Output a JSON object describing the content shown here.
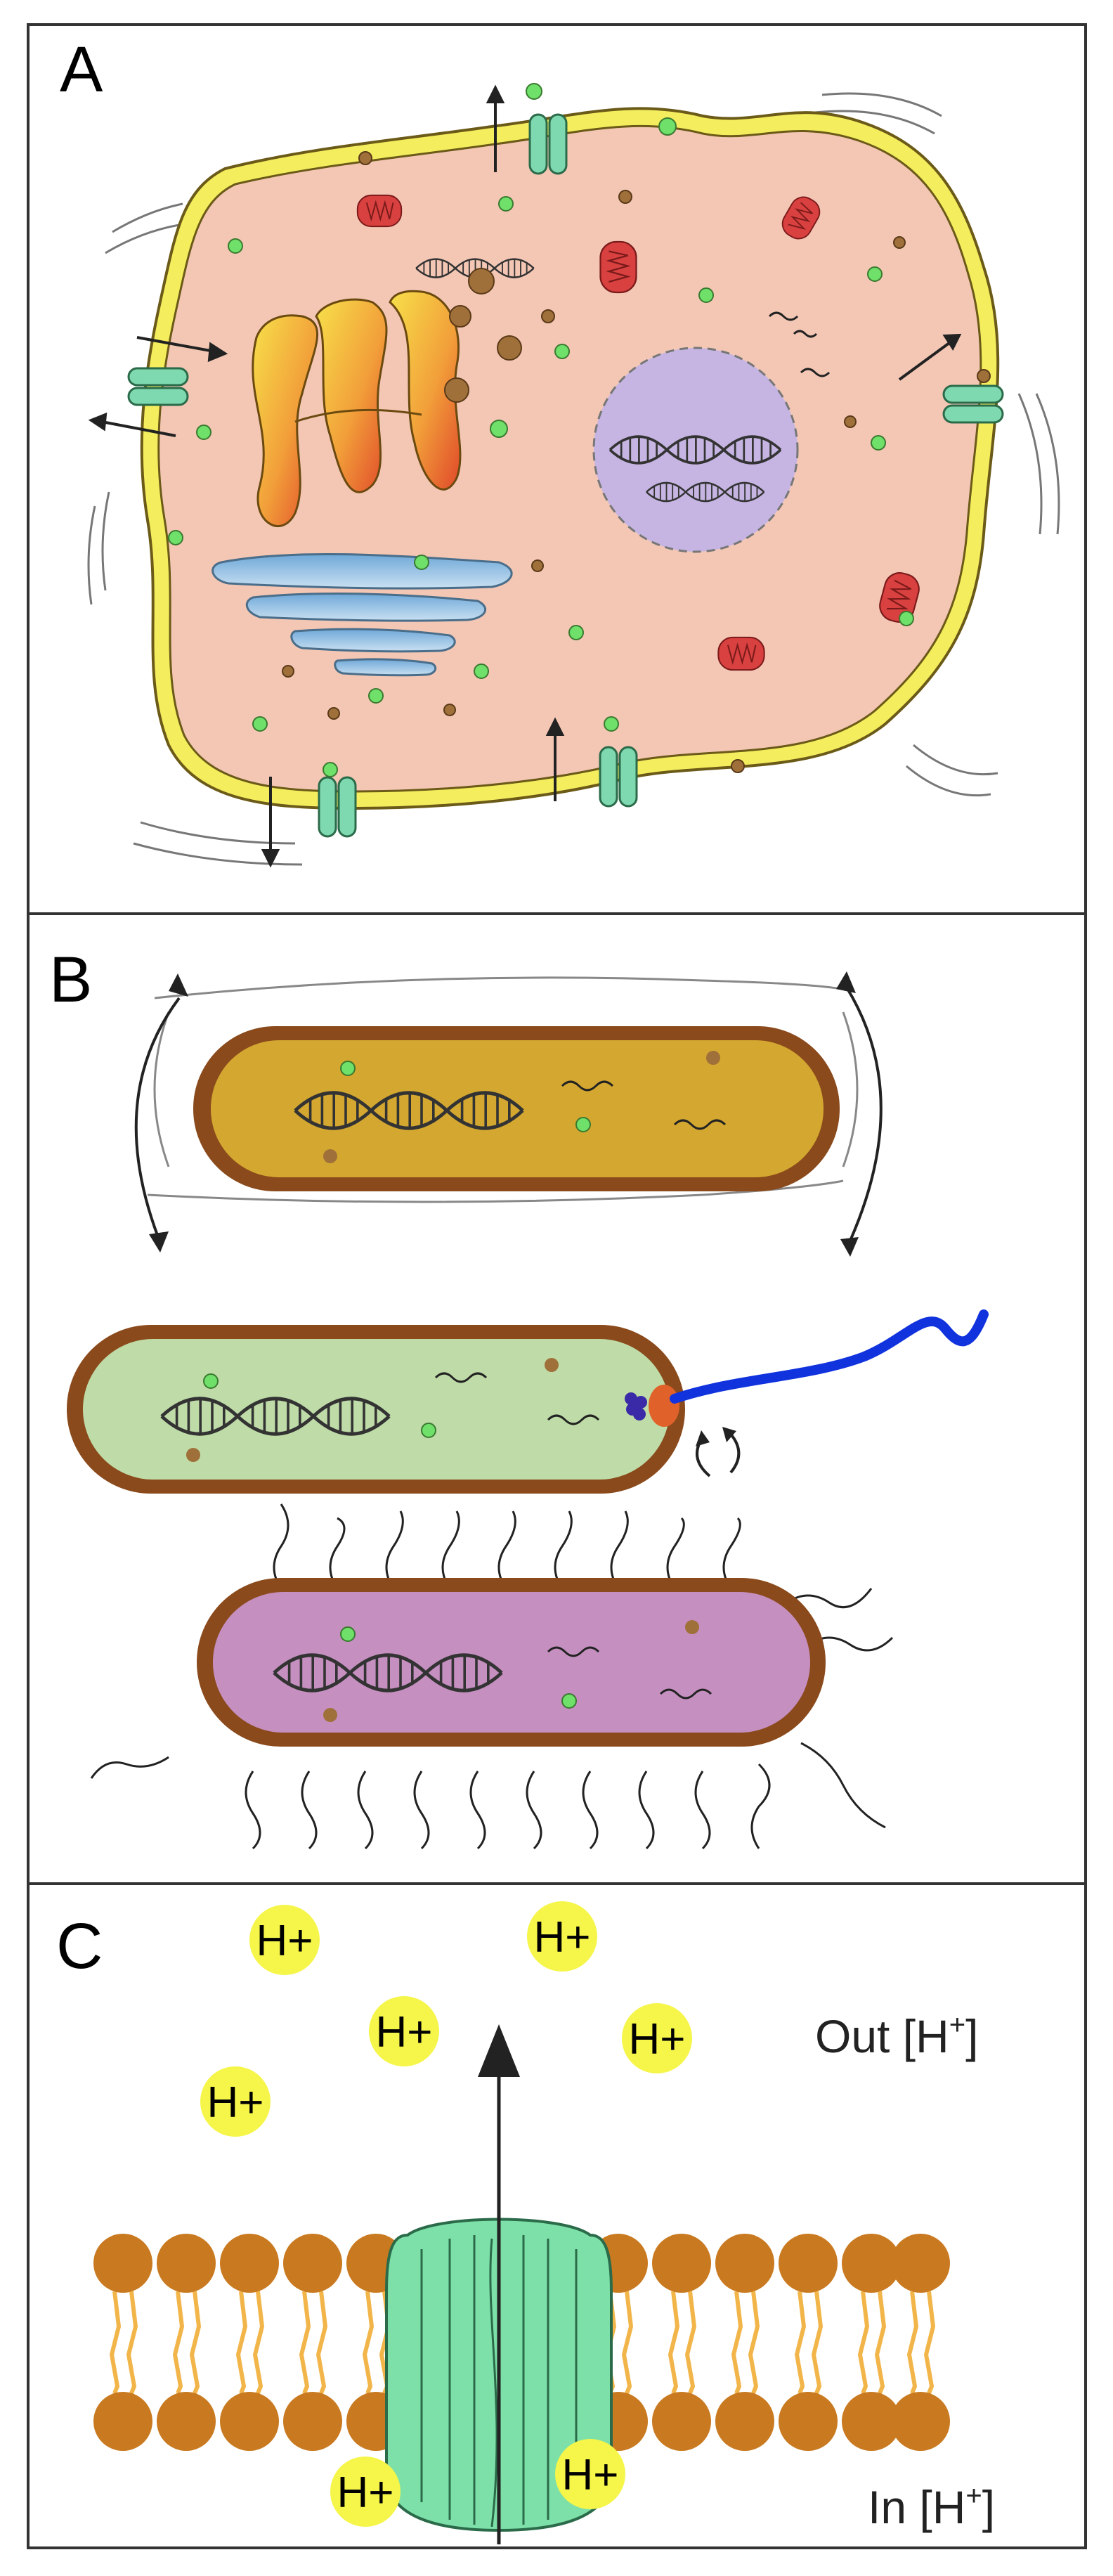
{
  "panels": {
    "a": {
      "letter": "A"
    },
    "b": {
      "letter": "B"
    },
    "c": {
      "letter": "C",
      "proton_label": "H+",
      "outside_label": "Out [H",
      "inside_label": "In [H",
      "superscript": "+",
      "bracket_close": "]"
    }
  },
  "colors": {
    "frame": "#333333",
    "cytoplasm": "#f4c7b5",
    "membrane_yellow": "#f4ee5e",
    "nucleus": "#c6b5e2",
    "mitochondria": "#d8413f",
    "channel": "#7fd9b0",
    "green_dot": "#6fe06a",
    "brown_dot": "#a0703a",
    "bacterium_wall": "#8a4a1c",
    "bacterium_1": "#d4a830",
    "bacterium_2": "#bfdca8",
    "bacterium_3": "#c58fc0",
    "flagellum": "#1133dd",
    "motor": "#e0622a",
    "lipid_head": "#c97a20",
    "lipid_tail": "#f2b54a",
    "proton": "#f5f54a",
    "pore": "#7de0a8"
  }
}
